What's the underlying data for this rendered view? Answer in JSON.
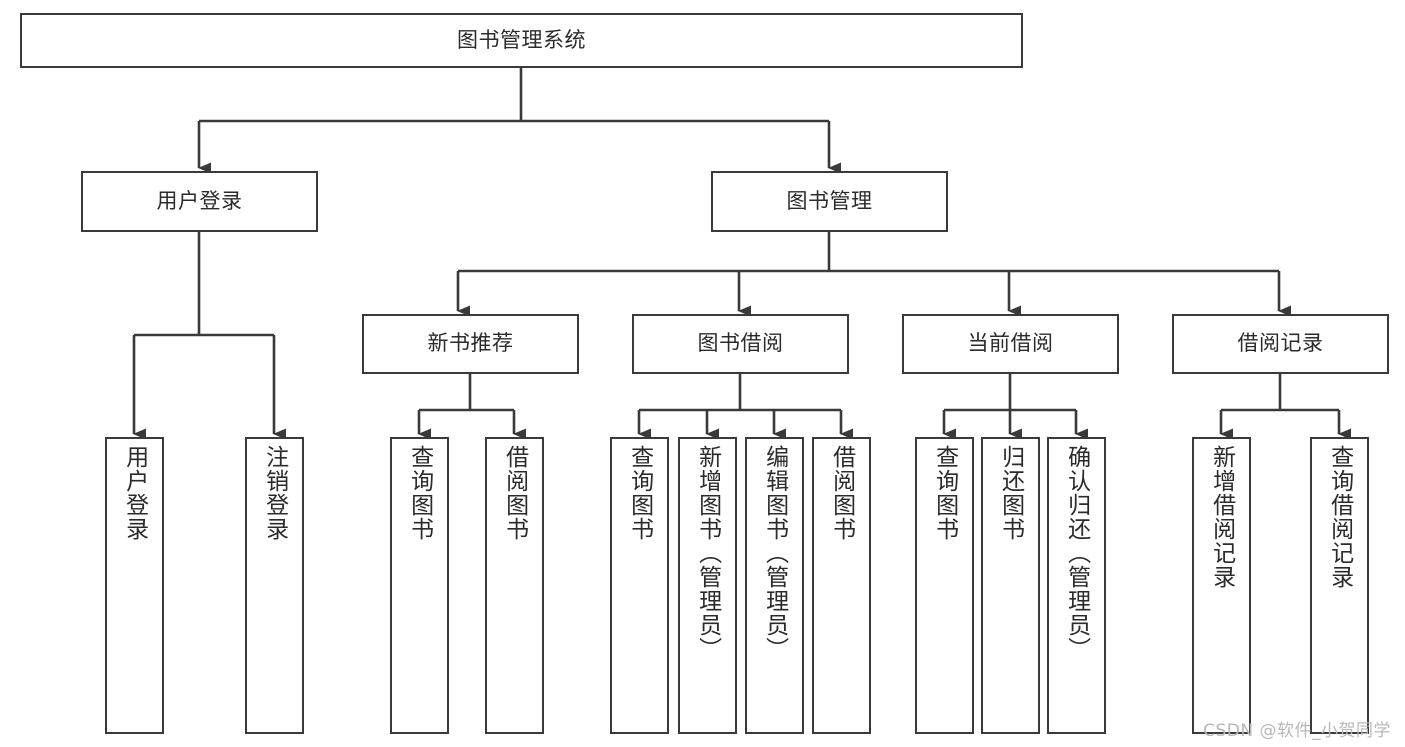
{
  "diagram": {
    "title": "图书管理系统",
    "type": "功能结构图",
    "root": {
      "label": "图书管理系统"
    },
    "level1": [
      {
        "label": "用户登录"
      },
      {
        "label": "图书管理"
      }
    ],
    "level2": [
      {
        "label": "新书推荐"
      },
      {
        "label": "图书借阅"
      },
      {
        "label": "当前借阅"
      },
      {
        "label": "借阅记录"
      }
    ],
    "leaves": {
      "user_login": [
        {
          "label": "用户登录"
        },
        {
          "label": "注销登录"
        }
      ],
      "new_book_recommend": [
        {
          "label": "查询图书"
        },
        {
          "label": "借阅图书"
        }
      ],
      "book_borrow": [
        {
          "label": "查询图书"
        },
        {
          "label": "新增图书（管理员）"
        },
        {
          "label": "编辑图书（管理员）"
        },
        {
          "label": "借阅图书"
        }
      ],
      "current_borrow": [
        {
          "label": "查询图书"
        },
        {
          "label": "归还图书"
        },
        {
          "label": "确认归还（管理员）"
        }
      ],
      "borrow_record": [
        {
          "label": "新增借阅记录"
        },
        {
          "label": "查询借阅记录"
        }
      ]
    },
    "watermark": "CSDN @软件_小贺同学",
    "colors": {
      "box_border": "#3a3a3a",
      "box_fill": "#ffffff",
      "connector": "#3a3a3a",
      "text": "#2b2b2b",
      "watermark": "#b8b8b8"
    }
  }
}
